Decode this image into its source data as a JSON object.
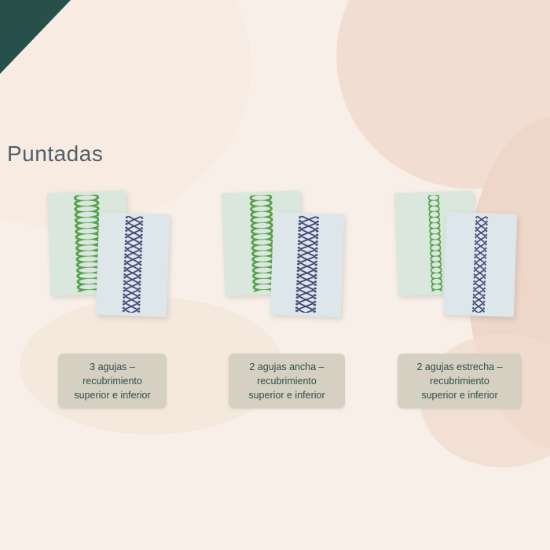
{
  "title": "Puntadas",
  "groups": [
    {
      "label": "3 agujas –\nrecubrimiento\nsuperior e inferior"
    },
    {
      "label": "2 agujas ancha –\nrecubrimiento\nsuperior e inferior"
    },
    {
      "label": "2 agujas estrecha –\nrecubrimiento\nsuperior e inferior"
    }
  ],
  "colors": {
    "page_background": "#f8f0e8",
    "blob_pink": "#f2ddd3",
    "blob_pink_deep": "#eed6c9",
    "accent_triangle": "#28504a",
    "title_text": "#51606a",
    "label_background": "#d5d0c2",
    "label_text": "#2f4f49",
    "fabric_top": "#d9e7dc",
    "fabric_bottom": "#dde6e9",
    "stitch_green": "#55a04b",
    "stitch_navy": "#3f4273"
  }
}
